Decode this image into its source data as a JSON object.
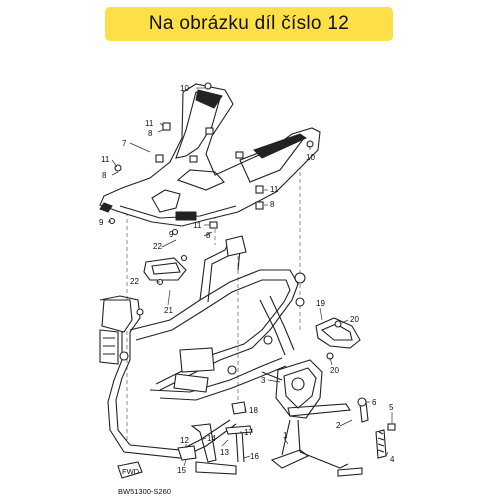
{
  "banner": {
    "text": "Na obrázku díl číslo 12"
  },
  "diagram_code": "BW51300-S260",
  "fwd_label": "FWD",
  "callouts": [
    {
      "id": "c10a",
      "label": "10"
    },
    {
      "id": "c11a",
      "label": "11"
    },
    {
      "id": "c8a",
      "label": "8"
    },
    {
      "id": "c7",
      "label": "7"
    },
    {
      "id": "c11b",
      "label": "11"
    },
    {
      "id": "c8b",
      "label": "8"
    },
    {
      "id": "c9a",
      "label": "9"
    },
    {
      "id": "c10b",
      "label": "10"
    },
    {
      "id": "c11c",
      "label": "11"
    },
    {
      "id": "c8c",
      "label": "8"
    },
    {
      "id": "c11d",
      "label": "11"
    },
    {
      "id": "c8d",
      "label": "8"
    },
    {
      "id": "c9b",
      "label": "9"
    },
    {
      "id": "c22a",
      "label": "22"
    },
    {
      "id": "c22b",
      "label": "22"
    },
    {
      "id": "c21",
      "label": "21"
    },
    {
      "id": "c19",
      "label": "19"
    },
    {
      "id": "c20a",
      "label": "20"
    },
    {
      "id": "c20b",
      "label": "20"
    },
    {
      "id": "c3",
      "label": "3"
    },
    {
      "id": "c6",
      "label": "6"
    },
    {
      "id": "c5",
      "label": "5"
    },
    {
      "id": "c2",
      "label": "2"
    },
    {
      "id": "c18",
      "label": "18"
    },
    {
      "id": "c17",
      "label": "17"
    },
    {
      "id": "c14",
      "label": "14"
    },
    {
      "id": "c12",
      "label": "12"
    },
    {
      "id": "c13",
      "label": "13"
    },
    {
      "id": "c16",
      "label": "16"
    },
    {
      "id": "c15",
      "label": "15"
    },
    {
      "id": "c1",
      "label": "1"
    },
    {
      "id": "c4",
      "label": "4"
    }
  ]
}
